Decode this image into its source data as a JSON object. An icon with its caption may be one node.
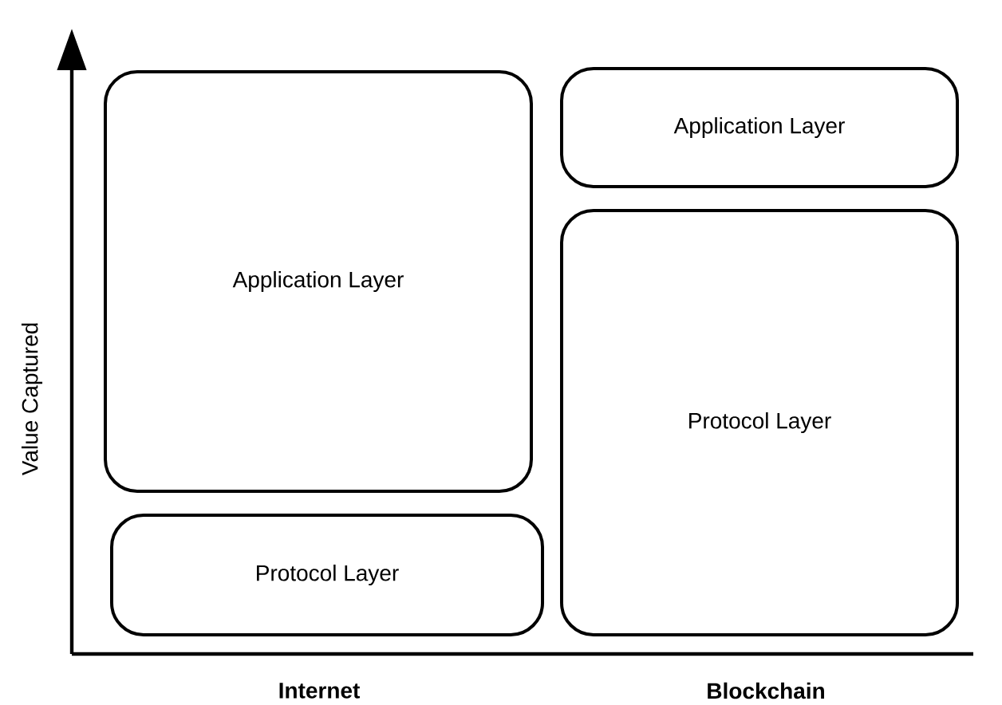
{
  "diagram": {
    "nodes": [
      {
        "text": [
          "Application Layer"
        ]
      },
      {
        "text": [
          "Protocol Layer"
        ]
      },
      {
        "text": [
          "Application Layer"
        ]
      },
      {
        "text": [
          "Protocol Layer"
        ]
      }
    ],
    "labels": [
      "Value Captured",
      "Internet",
      "Blockchain"
    ]
  }
}
